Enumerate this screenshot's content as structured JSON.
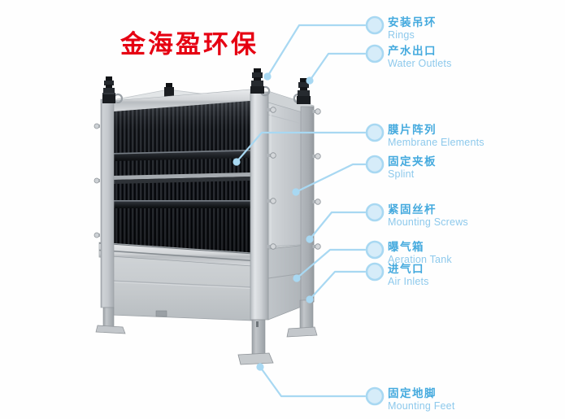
{
  "watermark": {
    "text": "金海盈环保",
    "color": "#e60012"
  },
  "labels": [
    {
      "id": "rings",
      "zh": "安装吊环",
      "en": "Rings"
    },
    {
      "id": "water-outlets",
      "zh": "产水出口",
      "en": "Water Outlets"
    },
    {
      "id": "membrane-elements",
      "zh": "膜片阵列",
      "en": "Membrane Elements"
    },
    {
      "id": "splint",
      "zh": "固定夹板",
      "en": "Splint"
    },
    {
      "id": "mounting-screws",
      "zh": "紧固丝杆",
      "en": "Mounting Screws"
    },
    {
      "id": "aeration-tank",
      "zh": "曝气箱",
      "en": "Aeration Tank"
    },
    {
      "id": "air-inlets",
      "zh": "进气口",
      "en": "Air Inlets"
    },
    {
      "id": "mounting-feet",
      "zh": "固定地脚",
      "en": "Mounting Feet"
    }
  ],
  "callout_style": {
    "line_color": "#a8d8f2",
    "circle_fill": "#d6ecf9",
    "zh_text_color": "#45aade",
    "en_text_color": "#8dc9ec"
  },
  "illustration": {
    "subject": "flat-sheet membrane module on aeration tank with legs",
    "frame_color": "#c8cdd1",
    "membrane_color": "#16181c"
  }
}
